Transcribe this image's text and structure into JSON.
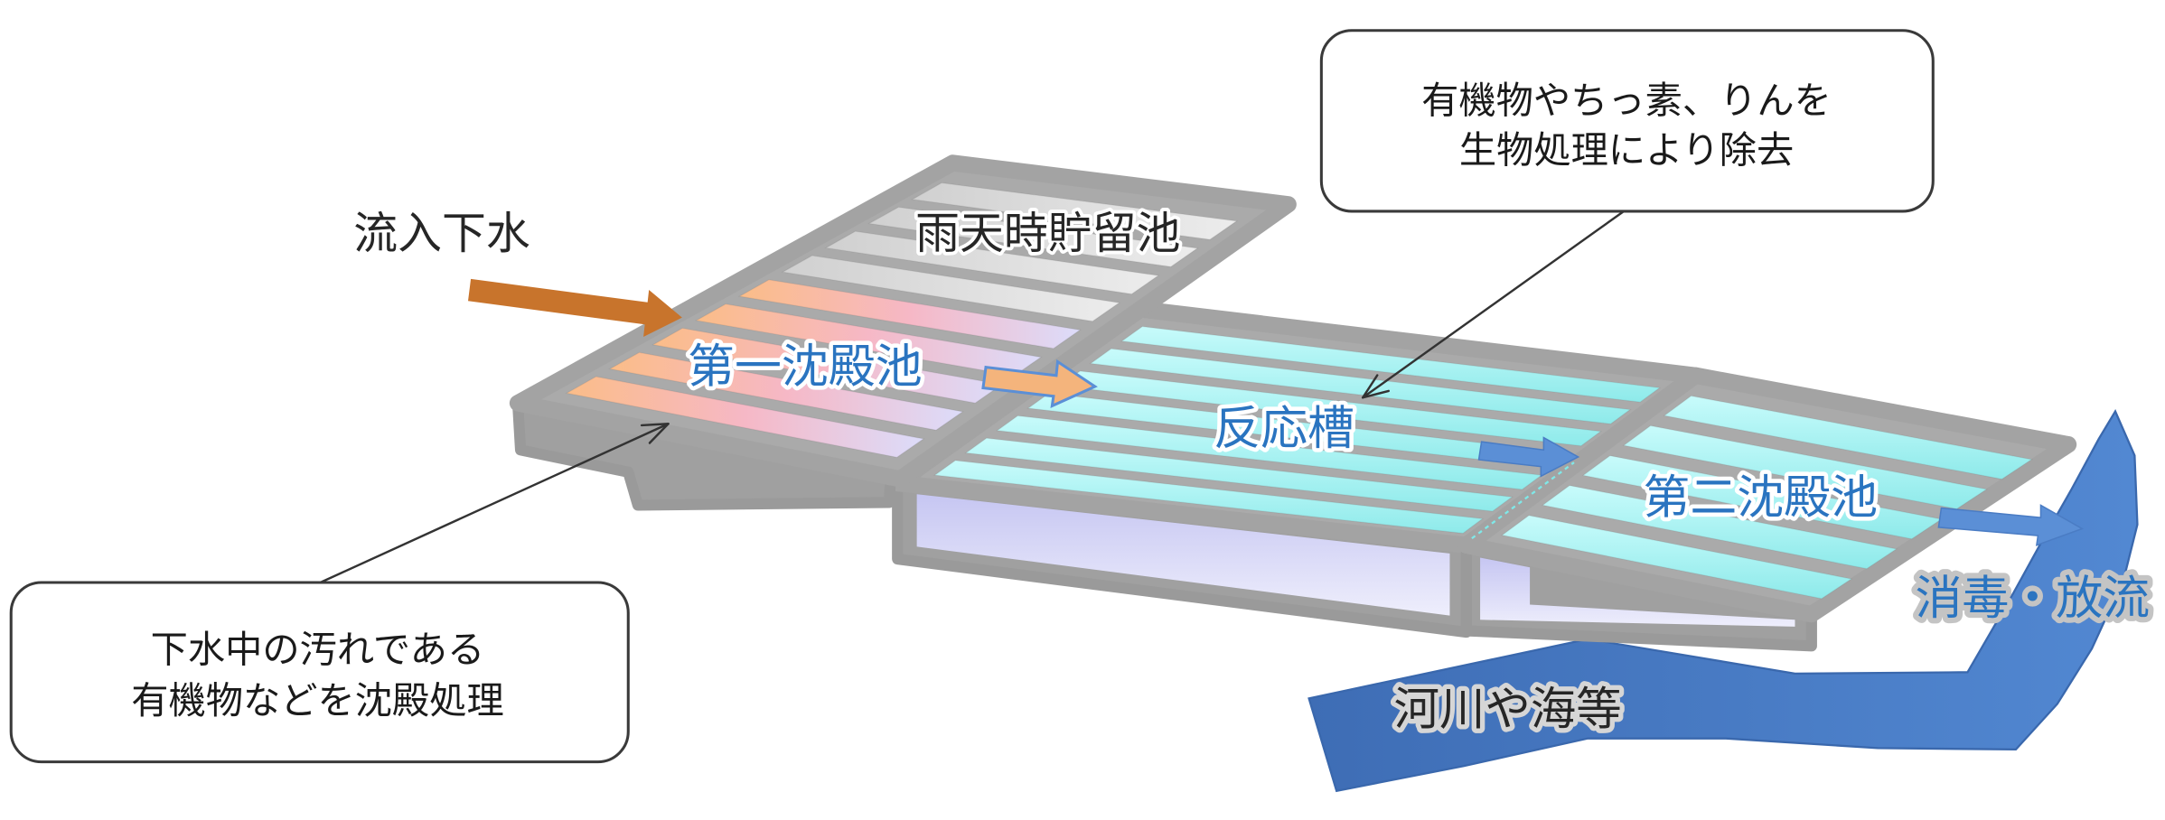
{
  "labels": {
    "inflow": "流入下水",
    "rain_storage_tank": "雨天時貯留池",
    "primary_settling_tank": "第一沈殿池",
    "reaction_tank": "反応槽",
    "secondary_settling_tank": "第二沈殿池",
    "disinfection_discharge": "消毒・放流",
    "river_sea": "河川や海等"
  },
  "callouts": {
    "reaction_note": [
      "有機物やちっ素、りんを",
      "生物処理により除去"
    ],
    "settling_note": [
      "下水中の汚れである",
      "有機物などを沈殿処理"
    ]
  },
  "colors": {
    "inflow_arrow": "#c8742c",
    "transfer_arrow": "#f4b47c",
    "flow_arrow_blue": "#5b8fd6",
    "label_blue": "#2a74c0",
    "river_blue": "#4a7cc4",
    "tank_frame": "#a8a8a8"
  }
}
